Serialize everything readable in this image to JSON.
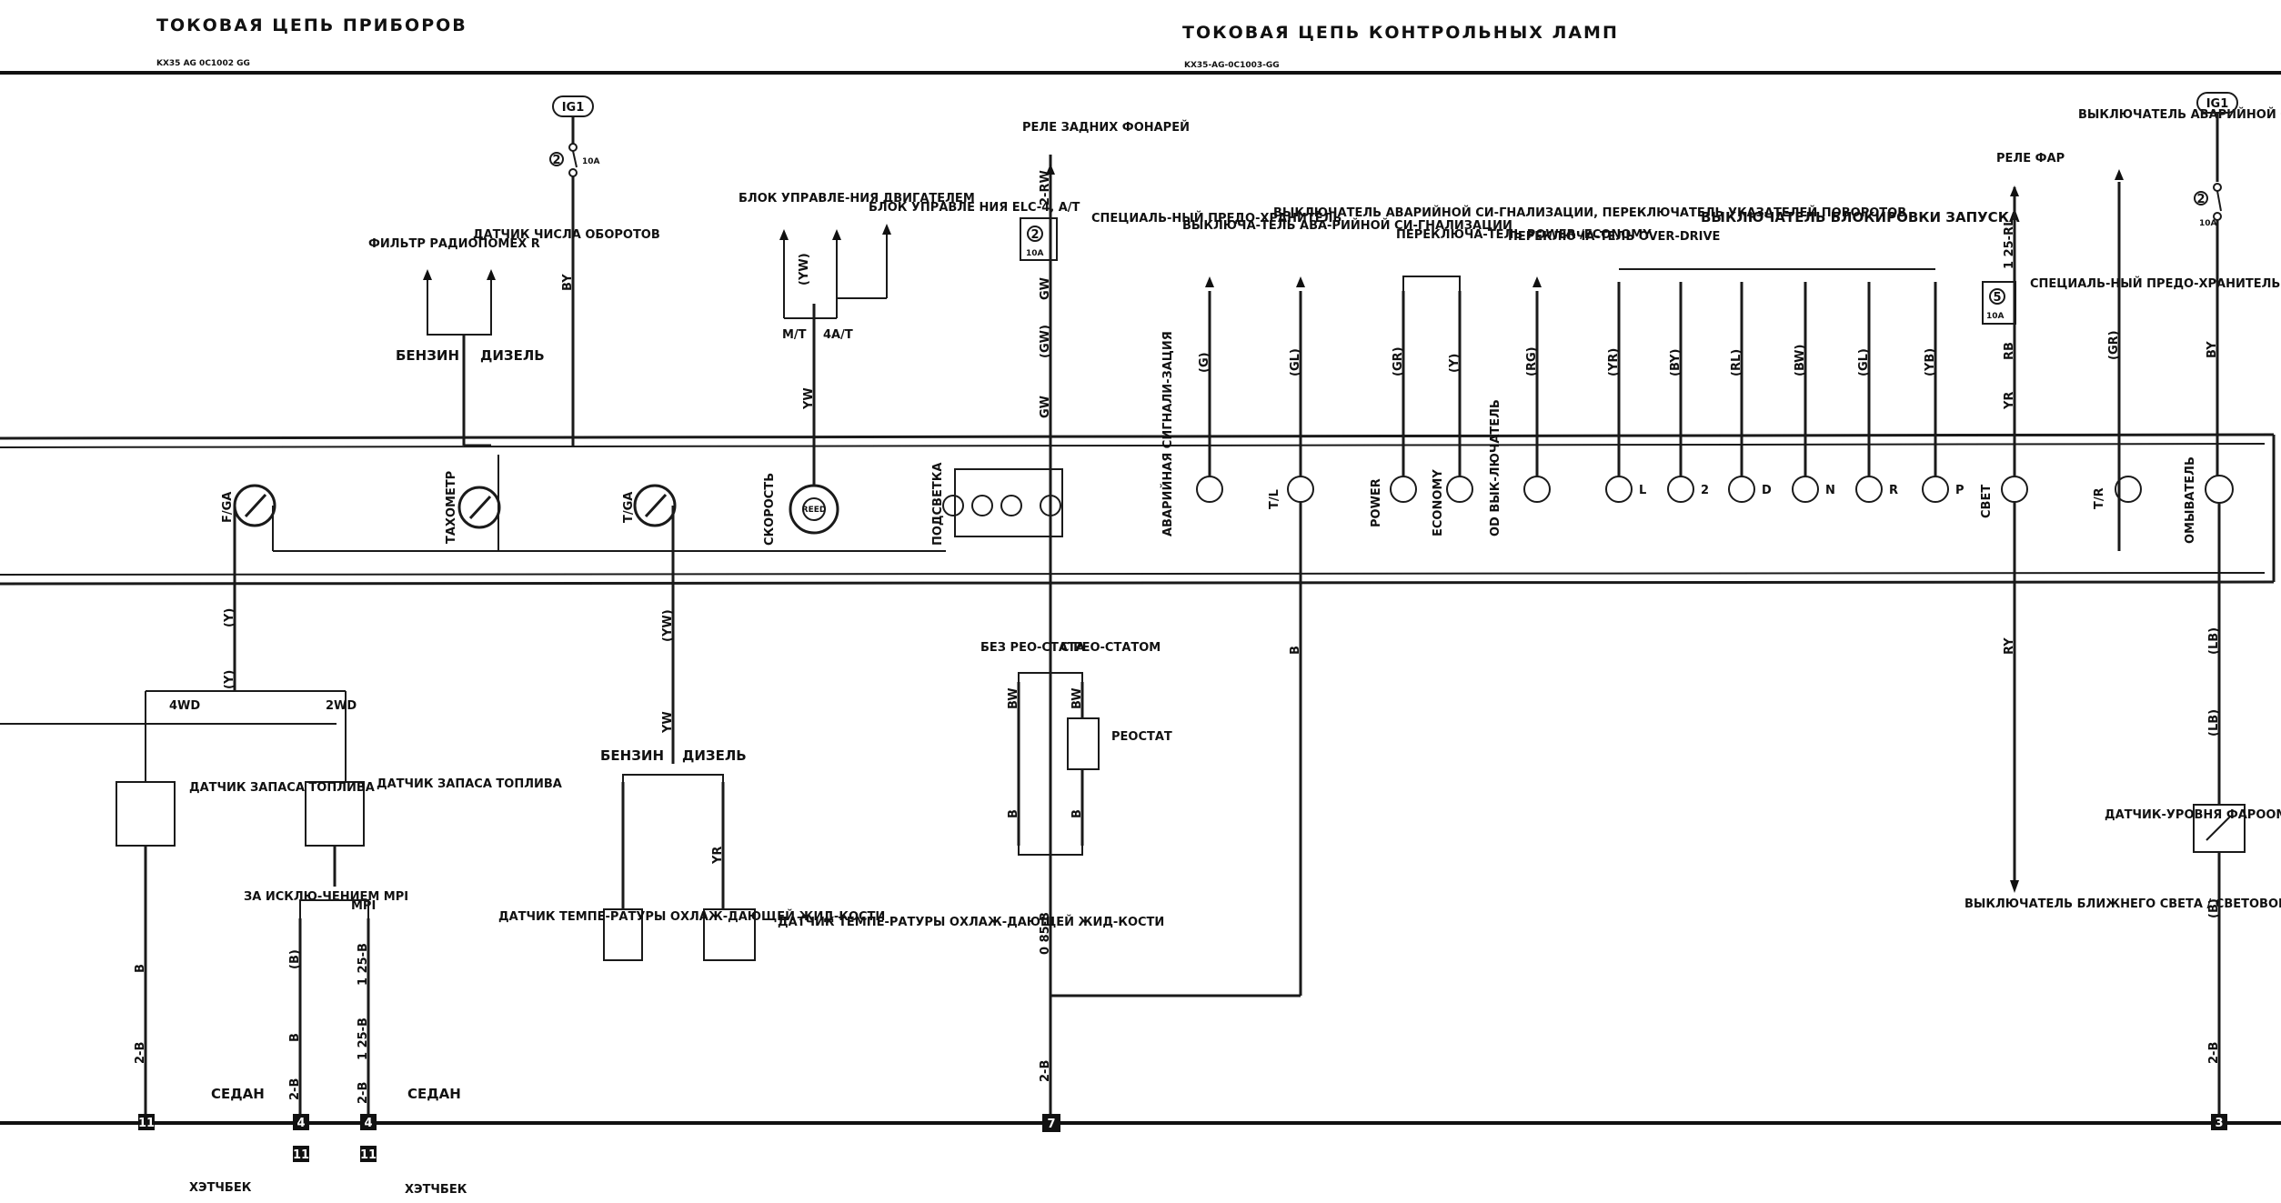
{
  "titles": {
    "left": "ТОКОВАЯ ЦЕПЬ ПРИБОРОВ",
    "left_code": "KX35 AG 0C1002 GG",
    "right": "ТОКОВАЯ ЦЕПЬ КОНТРОЛЬНЫХ ЛАМП",
    "right_code": "KX35-AG-0C1003-GG"
  },
  "power": {
    "ig1": "IG1",
    "fuse_num": "2",
    "fuse_rating": "10A",
    "special_fuse_2": "2",
    "special_fuse_5": "5",
    "special_fuse_text": "СПЕЦИАЛЬ-НЫЙ ПРЕДО-ХРАНИТЕЛЬ"
  },
  "gauges": {
    "fuel": "F/GA",
    "tach": "ТАХОМЕТР",
    "temp": "T/GA",
    "speed": "СКОРОСТЬ",
    "reed": "REED",
    "illum": "ПОДСВЕТКА"
  },
  "lamps": {
    "hazard": "АВАРИЙНАЯ СИГНАЛИ-ЗАЦИЯ",
    "tl": "T/L",
    "power": "POWER",
    "economy": "ECONOMY",
    "od": "OD ВЫК-ЛЮЧАТЕЛЬ",
    "l": "L",
    "two": "2",
    "d": "D",
    "n": "N",
    "r": "R",
    "p": "P",
    "svet": "СВЕТ",
    "tr": "T/R",
    "washer": "ОМЫВАТЕЛЬ"
  },
  "labels": {
    "filter": "ФИЛЬТР РАДИОПОМЕХ R",
    "rpm_sensor": "ДАТЧИК ЧИСЛА ОБОРОТОВ",
    "benzin": "БЕНЗИН",
    "dizel": "ДИЗЕЛЬ",
    "ecu": "БЛОК УПРАВЛЕ-НИЯ ДВИГАТЕЛЕМ",
    "elc": "БЛОК УПРАВЛЕ НИЯ ELC-4, A/T",
    "mt": "M/T",
    "at": "4A/T",
    "tail_relay": "РЕЛЕ ЗАДНИХ ФОНАРЕЙ",
    "hazard_sw": "ВЫКЛЮЧА-ТЕЛЬ АВА-РИЙНОЙ СИ-ГНАЛИЗАЦИИ",
    "turn_sw": "ВЫКЛЮЧАТЕЛЬ АВАРИЙНОЙ СИ-ГНАЛИЗАЦИИ, ПЕРЕКЛЮЧАТЕЛЬ УКАЗАТЕЛЕЙ ПОВОРОТОВ",
    "power_sw": "ПЕРЕКЛЮЧА-ТЕЛЬ POWER /ECONOMY",
    "od_sw": "ПЕРЕКЛЮЧА-ТЕЛЬ OVER-DRIVE",
    "inhibitor": "ВЫКЛЮЧАТЕЛЬ БЛОКИРОВКИ ЗАПУСКА",
    "head_relay": "РЕЛЕ ФАР",
    "turn_sw2": "ВЫКЛЮЧАТЕЛЬ АВАРИЙНОЙ СИ-ГНАЛИЗАЦИИ, ПЕРЕКЛЮЧАТЕЛЬ УКАЗАТЕЛЕЙ ПОВОРОТОВ",
    "fuel_sender": "ДАТЧИК ЗАПАСА ТОПЛИВА",
    "4wd": "4WD",
    "2wd": "2WD",
    "except_mpi": "ЗА ИСКЛЮ-ЧЕНИЕМ MPI",
    "mpi": "MPI",
    "sedan": "СЕДАН",
    "hatch": "ХЭТЧБЕК",
    "temp_sender": "ДАТЧИК ТЕМПЕ-РАТУРЫ ОХЛАЖ-ДАЮЩЕЙ ЖИД-КОСТИ",
    "no_rheo": "БЕЗ РЕО-СТАТА",
    "with_rheo": "С РЕО-СТАТОМ",
    "rheostat": "РЕОСТАТ",
    "dimmer": "ВЫКЛЮЧАТЕЛЬ БЛИЖНЕГО СВЕТА / СВЕТОВОЙ СИГ-НАЛИЗАЦИИ",
    "washer_sensor": "ДАТЧИК-УРОВНЯ ФАРООМЫ-ВАТЕЛЯ"
  },
  "wire_colors": {
    "by": "BY",
    "yw": "(YW)",
    "yw2": "YW",
    "y": "(Y)",
    "b": "B",
    "bp": "(B)",
    "b2": "2-B",
    "b125": "1 25-B",
    "b085": "0 85-B",
    "rw": "2-RW",
    "gw": "GW",
    "gwp": "(GW)",
    "bw": "BW",
    "yr": "YR",
    "g": "(G)",
    "gl": "(GL)",
    "gr": "(GR)",
    "yp": "(Y)",
    "rg": "(RG)",
    "yrp": "(YR)",
    "byp": "(BY)",
    "rl": "(RL)",
    "bwp": "(BW)",
    "glp": "(GL)",
    "yb": "(YB)",
    "rl125": "1 25-RL",
    "rb": "RB",
    "ry": "RY",
    "lb": "(LB)"
  },
  "grounds": {
    "g11": "11",
    "g4": "4",
    "g7": "7",
    "g3": "3"
  }
}
